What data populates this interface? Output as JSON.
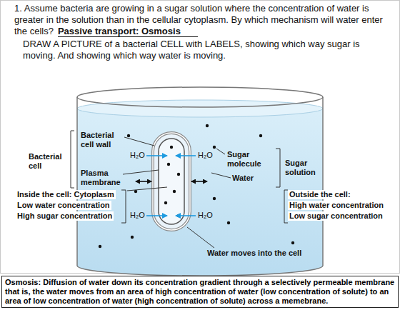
{
  "diagram": {
    "nodes": [
      {
        "text": [
          "Osmosis: Diffusion of water down its concentration gradient through a selectively permeable membrane that is, the water moves from an area of high concentration of water (low concentration of solute) to an area of low concentration of water (high concentration of solute) across a memebrane."
        ]
      }
    ],
    "labels": [
      "1. Assume bacteria are growing in a sugar solution where the concentration of water is greater in the solution than in the cellular cytoplasm. By which mechanism will water enter the cells?",
      "Passive transport: Osmosis",
      "DRAW A PICTURE of a bacterial CELL with LABELS, showing which way sugar is moving. And showing which way water is moving.",
      "Bacterial cell wall",
      "Bacterial cell",
      "Plasma membrane",
      "H₂O",
      "H₂O",
      "H₂O",
      "H₂O",
      "Sugar molecule",
      "Water",
      "Sugar solution",
      "Inside the cell: Cytoplasm",
      "Low water concentration",
      "High sugar concentration",
      "Outside the cell:",
      "High water concentration",
      "Low sugar concentration",
      "Water moves into the cell"
    ]
  }
}
